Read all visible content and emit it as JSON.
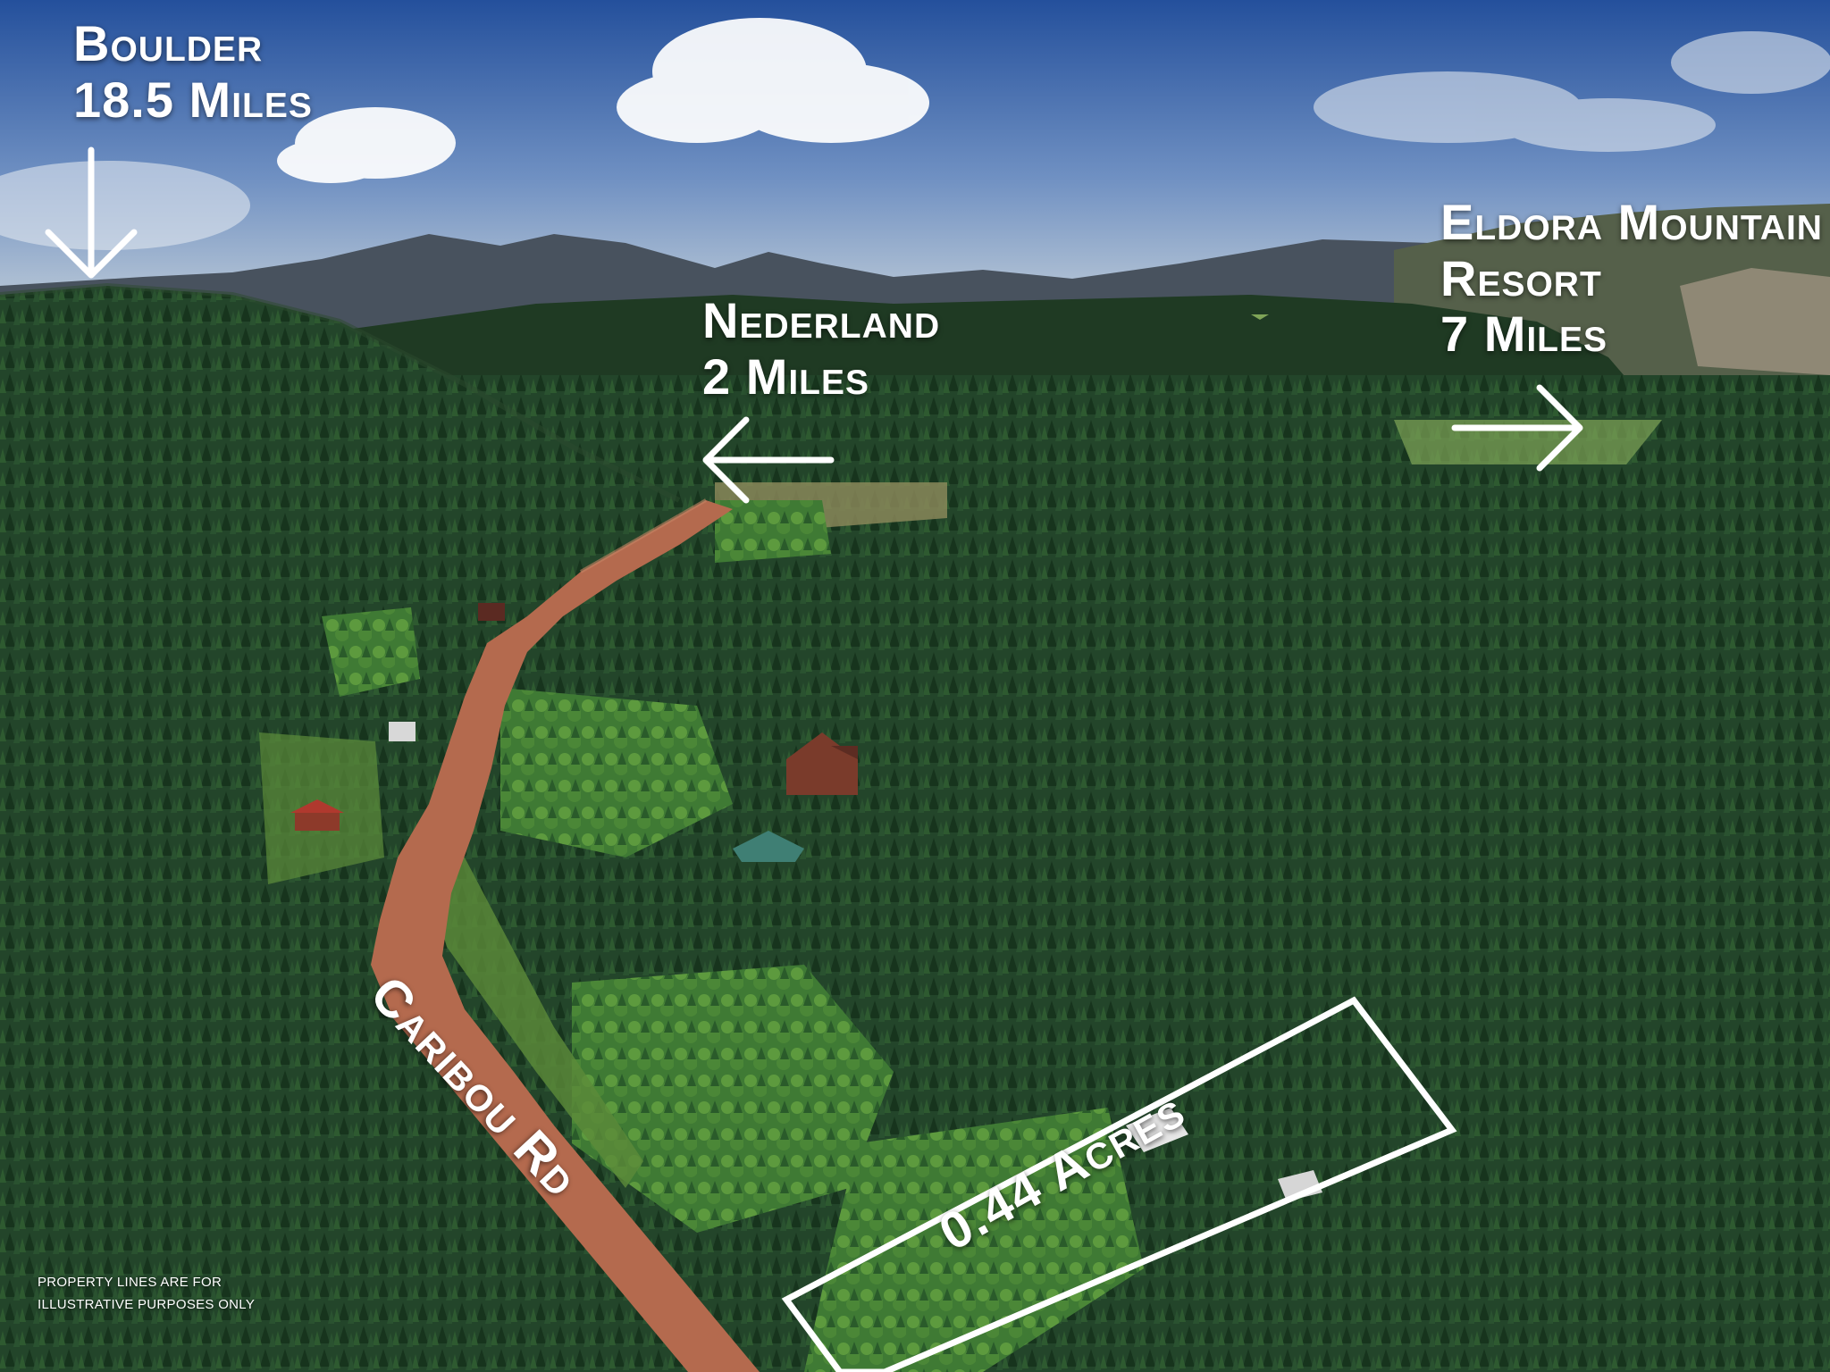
{
  "scene": {
    "description_kind": "aerial photo",
    "colors": {
      "sky_top": "#2f5da8",
      "sky_bottom": "#b9c8d6",
      "mountains": "#4a5563",
      "forest_dark": "#1b3a20",
      "forest_mid": "#2c5a2a",
      "forest_light": "#5e8f3a",
      "road": "#b4644a",
      "meadow": "#7fa457"
    }
  },
  "labels": {
    "boulder": {
      "line1": "Boulder",
      "line2": "18.5 Miles"
    },
    "nederland": {
      "line1": "Nederland",
      "line2": "2 Miles"
    },
    "eldora": {
      "line1": "Eldora Mountain",
      "line2": "Resort",
      "line3": "7 Miles"
    },
    "road": "Caribou Rd",
    "acreage": "0.44 Acres",
    "disclaimer": {
      "line1": "Property lines are for",
      "line2": "illustrative purposes only"
    }
  },
  "arrows": {
    "boulder": "arrow-down-icon",
    "nederland": "arrow-left-icon",
    "eldora": "arrow-right-icon"
  }
}
